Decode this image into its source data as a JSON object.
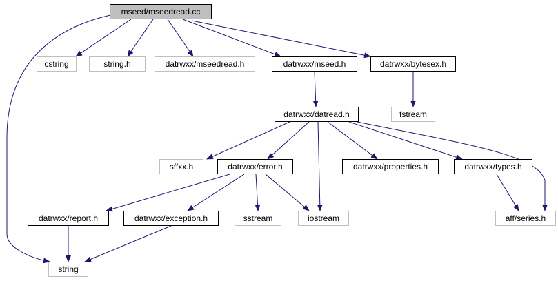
{
  "colors": {
    "edge": "#191970",
    "root_fill": "#bfbfbf",
    "documented_border": "#000000",
    "external_border": "#bfbfbf"
  },
  "nodes": {
    "root": "mseed/mseedread.cc",
    "cstring": "cstring",
    "string_h": "string.h",
    "datrwxx_mseedread_h": "datrwxx/mseedread.h",
    "datrwxx_mseed_h": "datrwxx/mseed.h",
    "datrwxx_bytesex_h": "datrwxx/bytesex.h",
    "fstream": "fstream",
    "datrwxx_datread_h": "datrwxx/datread.h",
    "sffxx_h": "sffxx.h",
    "datrwxx_error_h": "datrwxx/error.h",
    "datrwxx_properties_h": "datrwxx/properties.h",
    "datrwxx_types_h": "datrwxx/types.h",
    "datrwxx_report_h": "datrwxx/report.h",
    "datrwxx_exception_h": "datrwxx/exception.h",
    "sstream": "sstream",
    "iostream": "iostream",
    "aff_series_h": "aff/series.h",
    "string": "string"
  }
}
